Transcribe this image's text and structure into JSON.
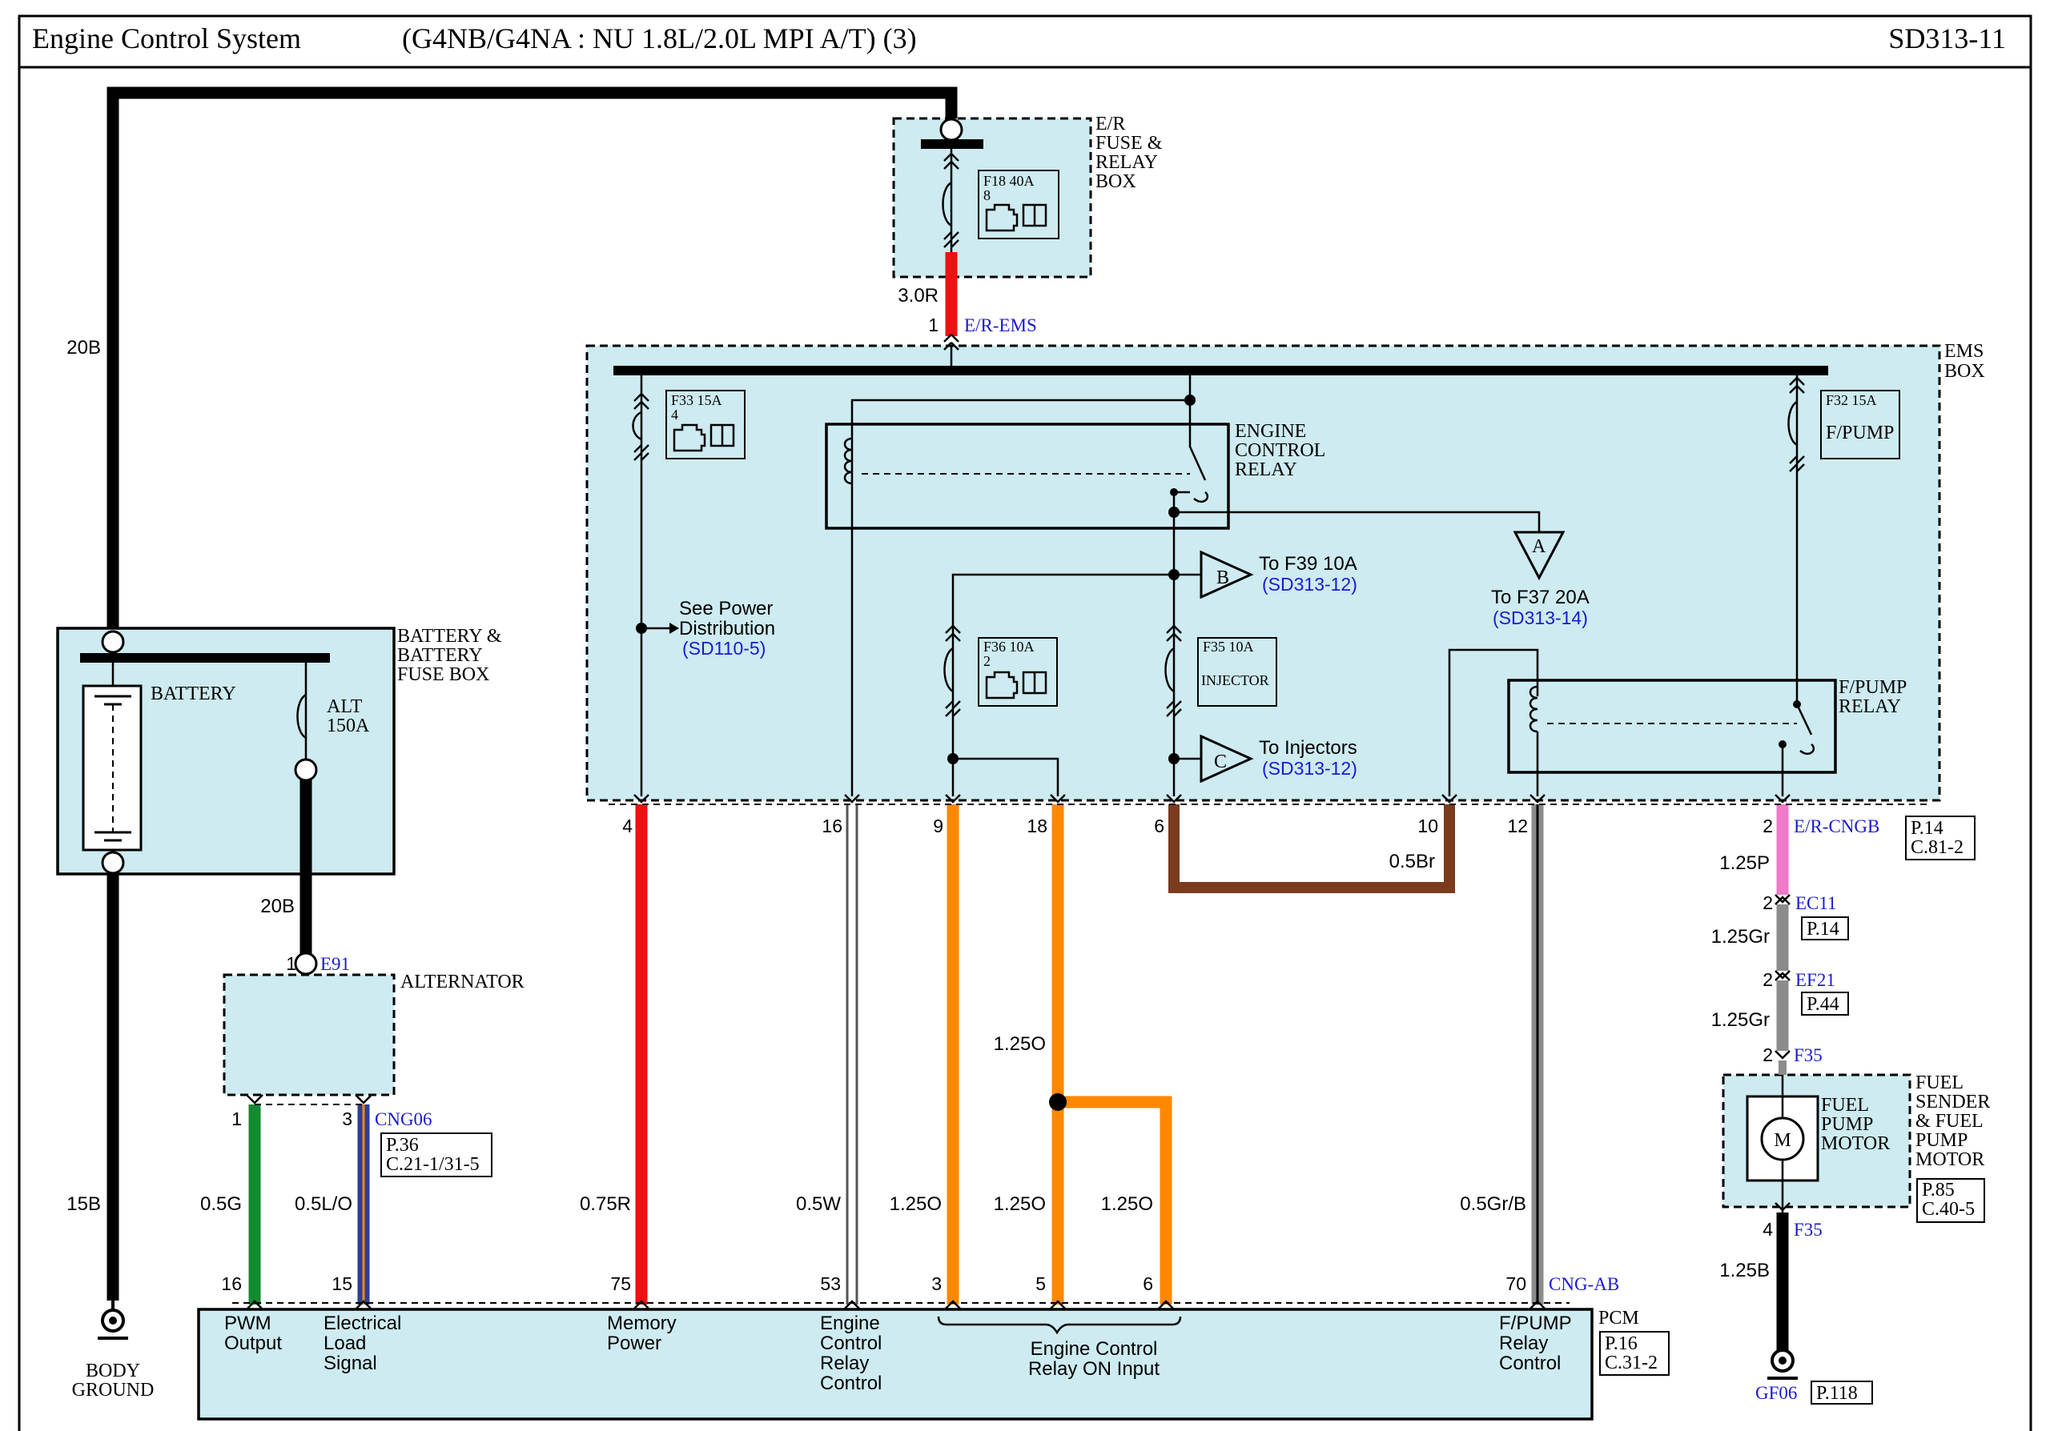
{
  "header": {
    "title": "Engine Control System",
    "subtitle": "(G4NB/G4NA : NU 1.8L/2.0L MPI A/T) (3)",
    "page_code": "SD313-11"
  },
  "components": {
    "er_fuse_box": {
      "name_l1": "E/R",
      "name_l2": "FUSE &",
      "name_l3": "RELAY",
      "name_l4": "BOX",
      "fuse": "F18 40A",
      "fuse_pin": "8"
    },
    "ems_box": {
      "name_l1": "EMS",
      "name_l2": "BOX",
      "connector": "E/R-EMS",
      "connector_pin": "1"
    },
    "f33": {
      "label": "F33 15A",
      "pin": "4"
    },
    "f32": {
      "label": "F32 15A",
      "text": "F/PUMP"
    },
    "f36": {
      "label": "F36 10A",
      "pin": "2"
    },
    "f35": {
      "label": "F35 10A",
      "text": "INJECTOR"
    },
    "engine_relay": {
      "l1": "ENGINE",
      "l2": "CONTROL",
      "l3": "RELAY"
    },
    "fpump_relay": {
      "l1": "F/PUMP",
      "l2": "RELAY"
    },
    "battery_box": {
      "l1": "BATTERY &",
      "l2": "BATTERY",
      "l3": "FUSE BOX",
      "battery": "BATTERY",
      "fuse_l1": "ALT",
      "fuse_l2": "150A"
    },
    "alternator": {
      "name": "ALTERNATOR",
      "connector": "E91",
      "pin": "1",
      "conn2": "CNG06",
      "ref_l1": "P.36",
      "ref_l2": "C.21-1/31-5"
    },
    "pcm": {
      "name": "PCM",
      "connector": "CNG-AB",
      "ref_l1": "P.16",
      "ref_l2": "C.31-2"
    },
    "fuel_sender": {
      "l1": "FUEL",
      "l2": "SENDER",
      "l3": "& FUEL",
      "l4": "PUMP",
      "l5": "MOTOR",
      "inner_l1": "FUEL",
      "inner_l2": "PUMP",
      "inner_l3": "MOTOR",
      "motor": "M",
      "ref_l1": "P.85",
      "ref_l2": "C.40-5"
    },
    "body_ground": {
      "l1": "BODY",
      "l2": "GROUND"
    },
    "gf06": {
      "name": "GF06",
      "ref": "P.118"
    }
  },
  "references": {
    "power_dist": {
      "l1": "See Power",
      "l2": "Distribution",
      "ref": "(SD110-5)"
    },
    "b": {
      "letter": "B",
      "text": "To F39 10A",
      "ref": "(SD313-12)"
    },
    "c": {
      "letter": "C",
      "text": "To Injectors",
      "ref": "(SD313-12)"
    },
    "a": {
      "letter": "A",
      "text": "To F37 20A",
      "ref": "(SD313-14)"
    }
  },
  "connectors": {
    "er_cngb": {
      "name": "E/R-CNGB",
      "pin": "2",
      "ref_l1": "P.14",
      "ref_l2": "C.81-2"
    },
    "ec11": {
      "name": "EC11",
      "pin": "2",
      "ref": "P.14"
    },
    "ef21": {
      "name": "EF21",
      "pin": "2",
      "ref": "P.44"
    },
    "f35_top": {
      "name": "F35",
      "pin": "2"
    },
    "f35_bot": {
      "name": "F35",
      "pin": "4"
    }
  },
  "wires": {
    "w_20b_top": "20B",
    "w_20b_alt": "20B",
    "w_15b": "15B",
    "w_3r": "3.0R",
    "w_05g": "0.5G",
    "w_05lo": "0.5L/O",
    "w_075r": "0.75R",
    "w_05w": "0.5W",
    "w_125o_a": "1.25O",
    "w_125o_b": "1.25O",
    "w_125o_c": "1.25O",
    "w_125o_d": "1.25O",
    "w_05br": "0.5Br",
    "w_05grb": "0.5Gr/B",
    "w_125p": "1.25P",
    "w_125gr_a": "1.25Gr",
    "w_125gr_b": "1.25Gr",
    "w_125b": "1.25B"
  },
  "ems_pins": {
    "p4": "4",
    "p16": "16",
    "p9": "9",
    "p18": "18",
    "p6": "6",
    "p10": "10",
    "p12": "12"
  },
  "pcm_pins": {
    "p16": "16",
    "p15": "15",
    "p75": "75",
    "p53": "53",
    "p3": "3",
    "p5": "5",
    "p6": "6",
    "p70": "70",
    "alt1": "1",
    "alt3": "3"
  },
  "pcm_labels": {
    "pwm_l1": "PWM",
    "pwm_l2": "Output",
    "els_l1": "Electrical",
    "els_l2": "Load",
    "els_l3": "Signal",
    "mem_l1": "Memory",
    "mem_l2": "Power",
    "ecr_l1": "Engine",
    "ecr_l2": "Control",
    "ecr_l3": "Relay",
    "ecr_l4": "Control",
    "on_l1": "Engine Control",
    "on_l2": "Relay ON Input",
    "fp_l1": "F/PUMP",
    "fp_l2": "Relay",
    "fp_l3": "Control"
  },
  "colors": {
    "red": "#ee1111",
    "orange": "#ff8800",
    "brown": "#7a3b1e",
    "green": "#138a2e",
    "blue_orange": "#2b3f9a",
    "pink": "#f07ac8",
    "gray": "#8c8c8c",
    "black": "#000000",
    "white": "#ffffff",
    "box_fill": "#cdebf0",
    "ref_blue": "#1a1ad0"
  }
}
